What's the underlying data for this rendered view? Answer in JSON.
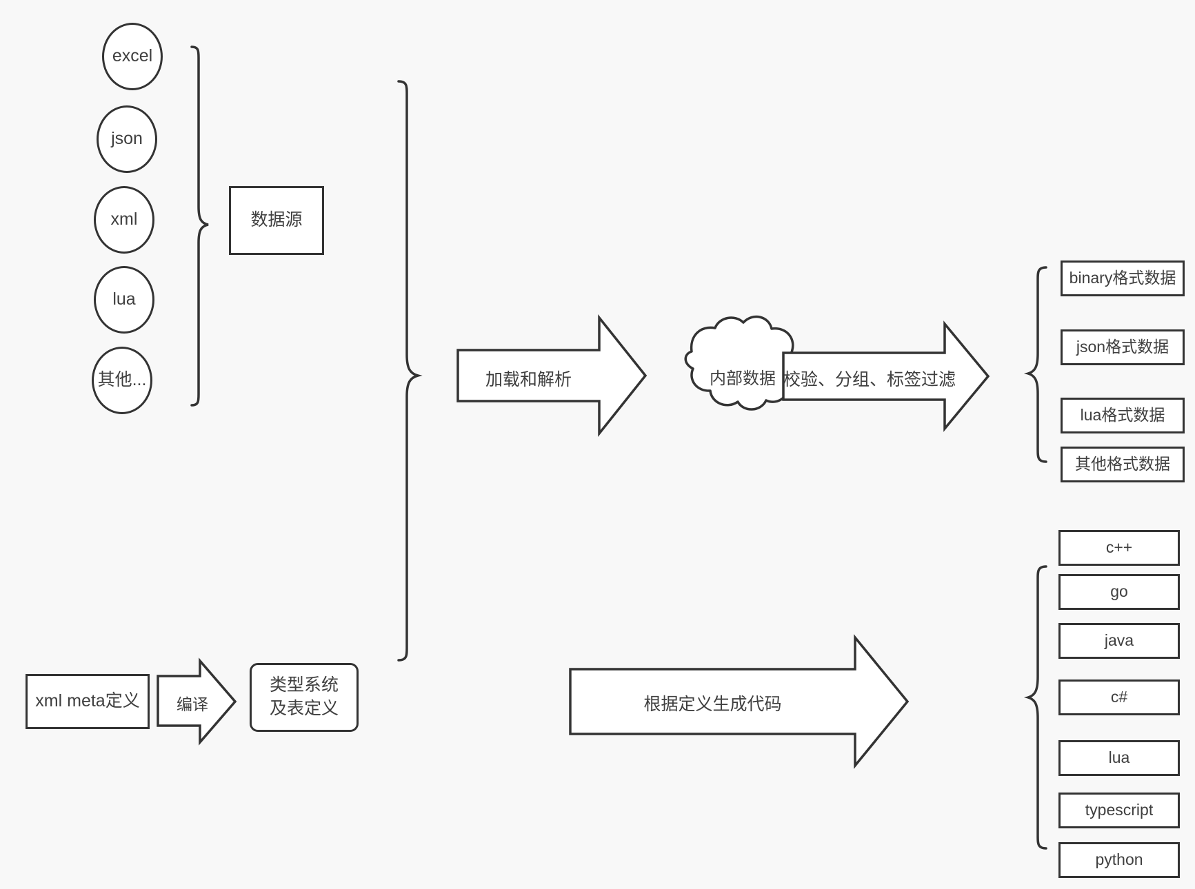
{
  "diagram": {
    "title": "data pipeline and code generation flow",
    "background_color": "#f8f8f8",
    "stroke_color": "#333333",
    "fill_color": "#ffffff",
    "text_color": "#3f3f3f"
  },
  "sources": {
    "group_label": "数据源",
    "items": [
      {
        "label": "excel"
      },
      {
        "label": "json"
      },
      {
        "label": "xml"
      },
      {
        "label": "lua"
      },
      {
        "label": "其他..."
      }
    ]
  },
  "meta": {
    "definition_box": "xml meta定义",
    "compile_arrow": "编译",
    "type_system_box": "类型系统及表定义"
  },
  "pipeline": {
    "load_parse_arrow": "加载和解析",
    "internal_data_cloud": "内部数据",
    "process_arrow": "校验、分组、标签过滤",
    "codegen_arrow": "根据定义生成代码"
  },
  "outputs": {
    "data_formats": [
      {
        "label": "binary格式数据"
      },
      {
        "label": "json格式数据"
      },
      {
        "label": "lua格式数据"
      },
      {
        "label": "其他格式数据"
      }
    ],
    "languages": [
      {
        "label": "c++"
      },
      {
        "label": "go"
      },
      {
        "label": "java"
      },
      {
        "label": "c#"
      },
      {
        "label": "lua"
      },
      {
        "label": "typescript"
      },
      {
        "label": "python"
      }
    ]
  }
}
